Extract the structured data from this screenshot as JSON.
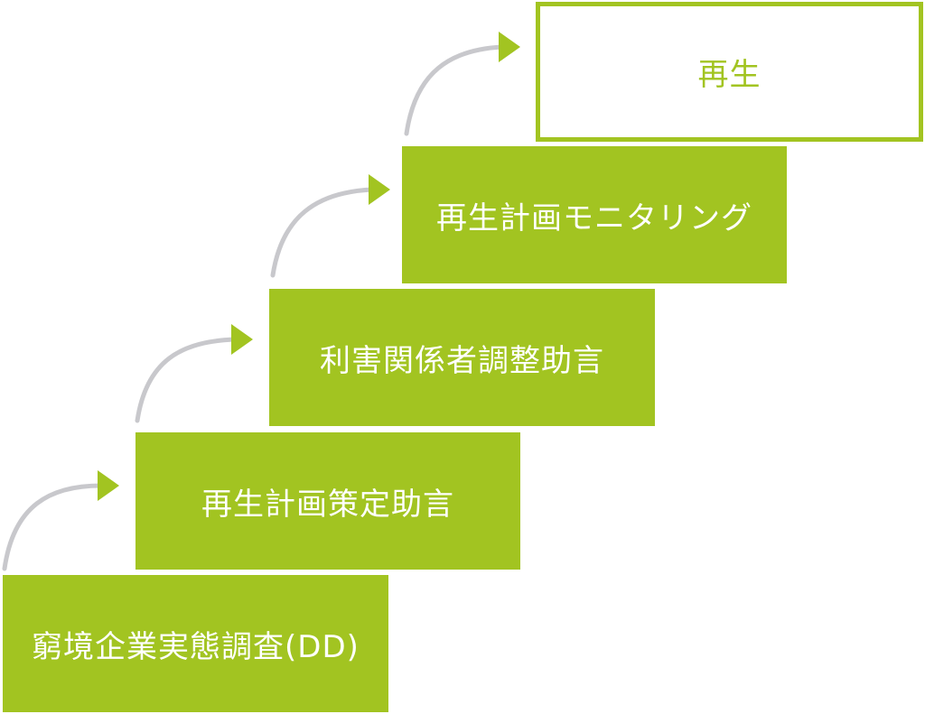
{
  "colors": {
    "step_fill": "#a2c421",
    "step_text": "#ffffff",
    "final_text": "#a2c421",
    "arrow_stroke": "#c8c8cc",
    "arrow_head": "#a2c421"
  },
  "steps": [
    {
      "label": "窮境企業実態調査(DD)",
      "style": "filled"
    },
    {
      "label": "再生計画策定助言",
      "style": "filled"
    },
    {
      "label": "利害関係者調整助言",
      "style": "filled"
    },
    {
      "label": "再生計画モニタリング",
      "style": "filled"
    },
    {
      "label": "再生",
      "style": "outlined"
    }
  ]
}
